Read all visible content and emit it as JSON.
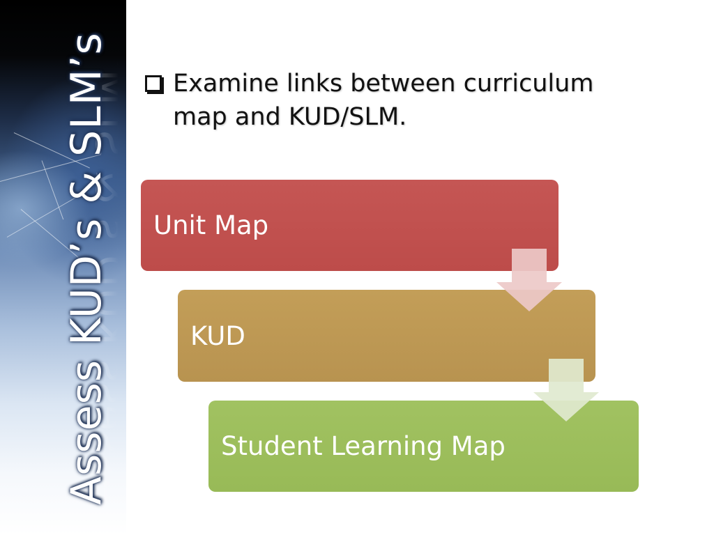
{
  "sidebar": {
    "title": "Assess KUD’s & SLM’s"
  },
  "bullet": {
    "text": "Examine links between curriculum map and KUD/SLM."
  },
  "flow": {
    "steps": [
      {
        "label": "Unit Map",
        "color": "#c0504d"
      },
      {
        "label": "KUD",
        "color": "#bd9a56"
      },
      {
        "label": "Student Learning Map",
        "color": "#9bbb59"
      }
    ],
    "arrow_colors": [
      "#edc9c8",
      "#dfe9cf"
    ]
  }
}
